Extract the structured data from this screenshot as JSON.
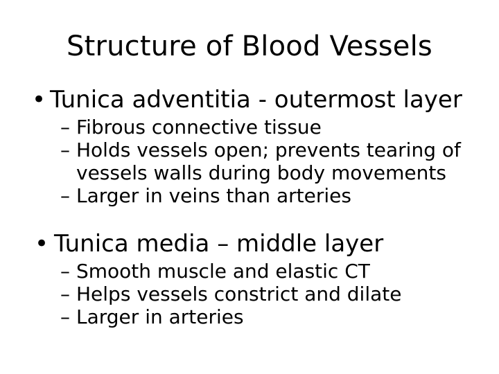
{
  "slide": {
    "title": "Structure of Blood Vessels",
    "background_color": "#ffffff",
    "text_color": "#000000",
    "bullet_glyph": "•",
    "dash_glyph": "–",
    "content": [
      {
        "level1": "Tunica adventitia - outermost layer",
        "level2": [
          "Fibrous connective tissue",
          "Holds vessels open; prevents tearing of vessels walls during body movements",
          "Larger in veins than arteries"
        ]
      },
      {
        "level1": "Tunica media – middle layer",
        "level2": [
          "Smooth muscle and elastic CT",
          "Helps vessels constrict and dilate",
          "Larger in arteries"
        ]
      }
    ]
  }
}
